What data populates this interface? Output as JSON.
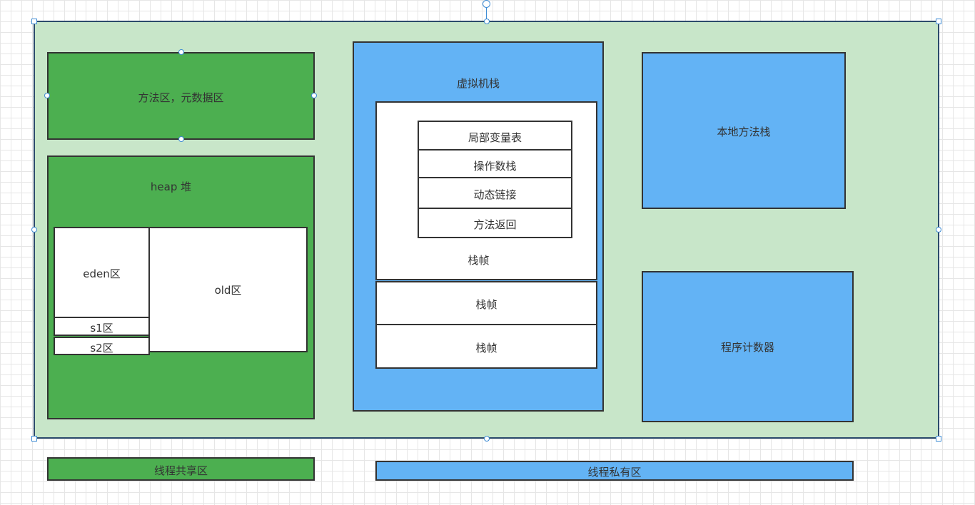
{
  "diagram": {
    "method_area": "方法区，元数据区",
    "heap": {
      "title": "heap 堆",
      "eden": "eden区",
      "s1": "s1区",
      "s2": "s2区",
      "old": "old区"
    },
    "vm_stack": {
      "title": "虚拟机栈",
      "frame_details": [
        "局部变量表",
        "操作数栈",
        "动态链接",
        "方法返回"
      ],
      "frame_label": "栈帧",
      "frames": [
        "栈帧",
        "栈帧"
      ]
    },
    "native_method_stack": "本地方法栈",
    "program_counter": "程序计数器"
  },
  "legend": {
    "shared": "线程共享区",
    "private": "线程私有区"
  },
  "colors": {
    "shared_green": "#4caf50",
    "private_blue": "#63b3f5",
    "outer_background": "#c8e6c9",
    "selection_handle": "#3d8bd4"
  }
}
